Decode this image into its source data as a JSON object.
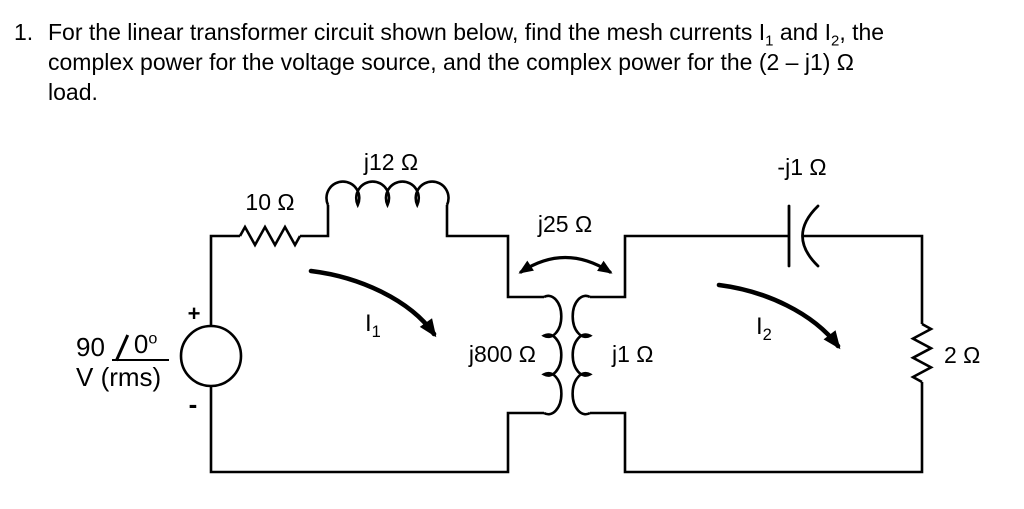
{
  "problem": {
    "number": "1.",
    "line1": {
      "before": "For the linear transformer circuit shown below, find the mesh currents ",
      "current1": "I",
      "current1_sub": "1",
      "between": " and ",
      "current2": "I",
      "current2_sub": "2",
      "after": ", the"
    },
    "line2": "complex power for the voltage source, and the complex power for the (2 – j1) Ω",
    "line3": "load."
  },
  "circuit": {
    "source": {
      "magnitude": "90",
      "angle_value": "0",
      "angle_degree": "o",
      "unit": "V (rms)",
      "plus": "+",
      "minus": "-"
    },
    "components": {
      "resistor1": "10 Ω",
      "inductor1": "j12 Ω",
      "mutual": "j25 Ω",
      "primary": "j800 Ω",
      "secondary": "j1 Ω",
      "capacitor": "-j1 Ω",
      "resistor2": "2 Ω"
    },
    "mesh1": {
      "symbol": "I",
      "sub": "1"
    },
    "mesh2": {
      "symbol": "I",
      "sub": "2"
    },
    "colors": {
      "ink": "#000000",
      "background": "#ffffff"
    }
  }
}
